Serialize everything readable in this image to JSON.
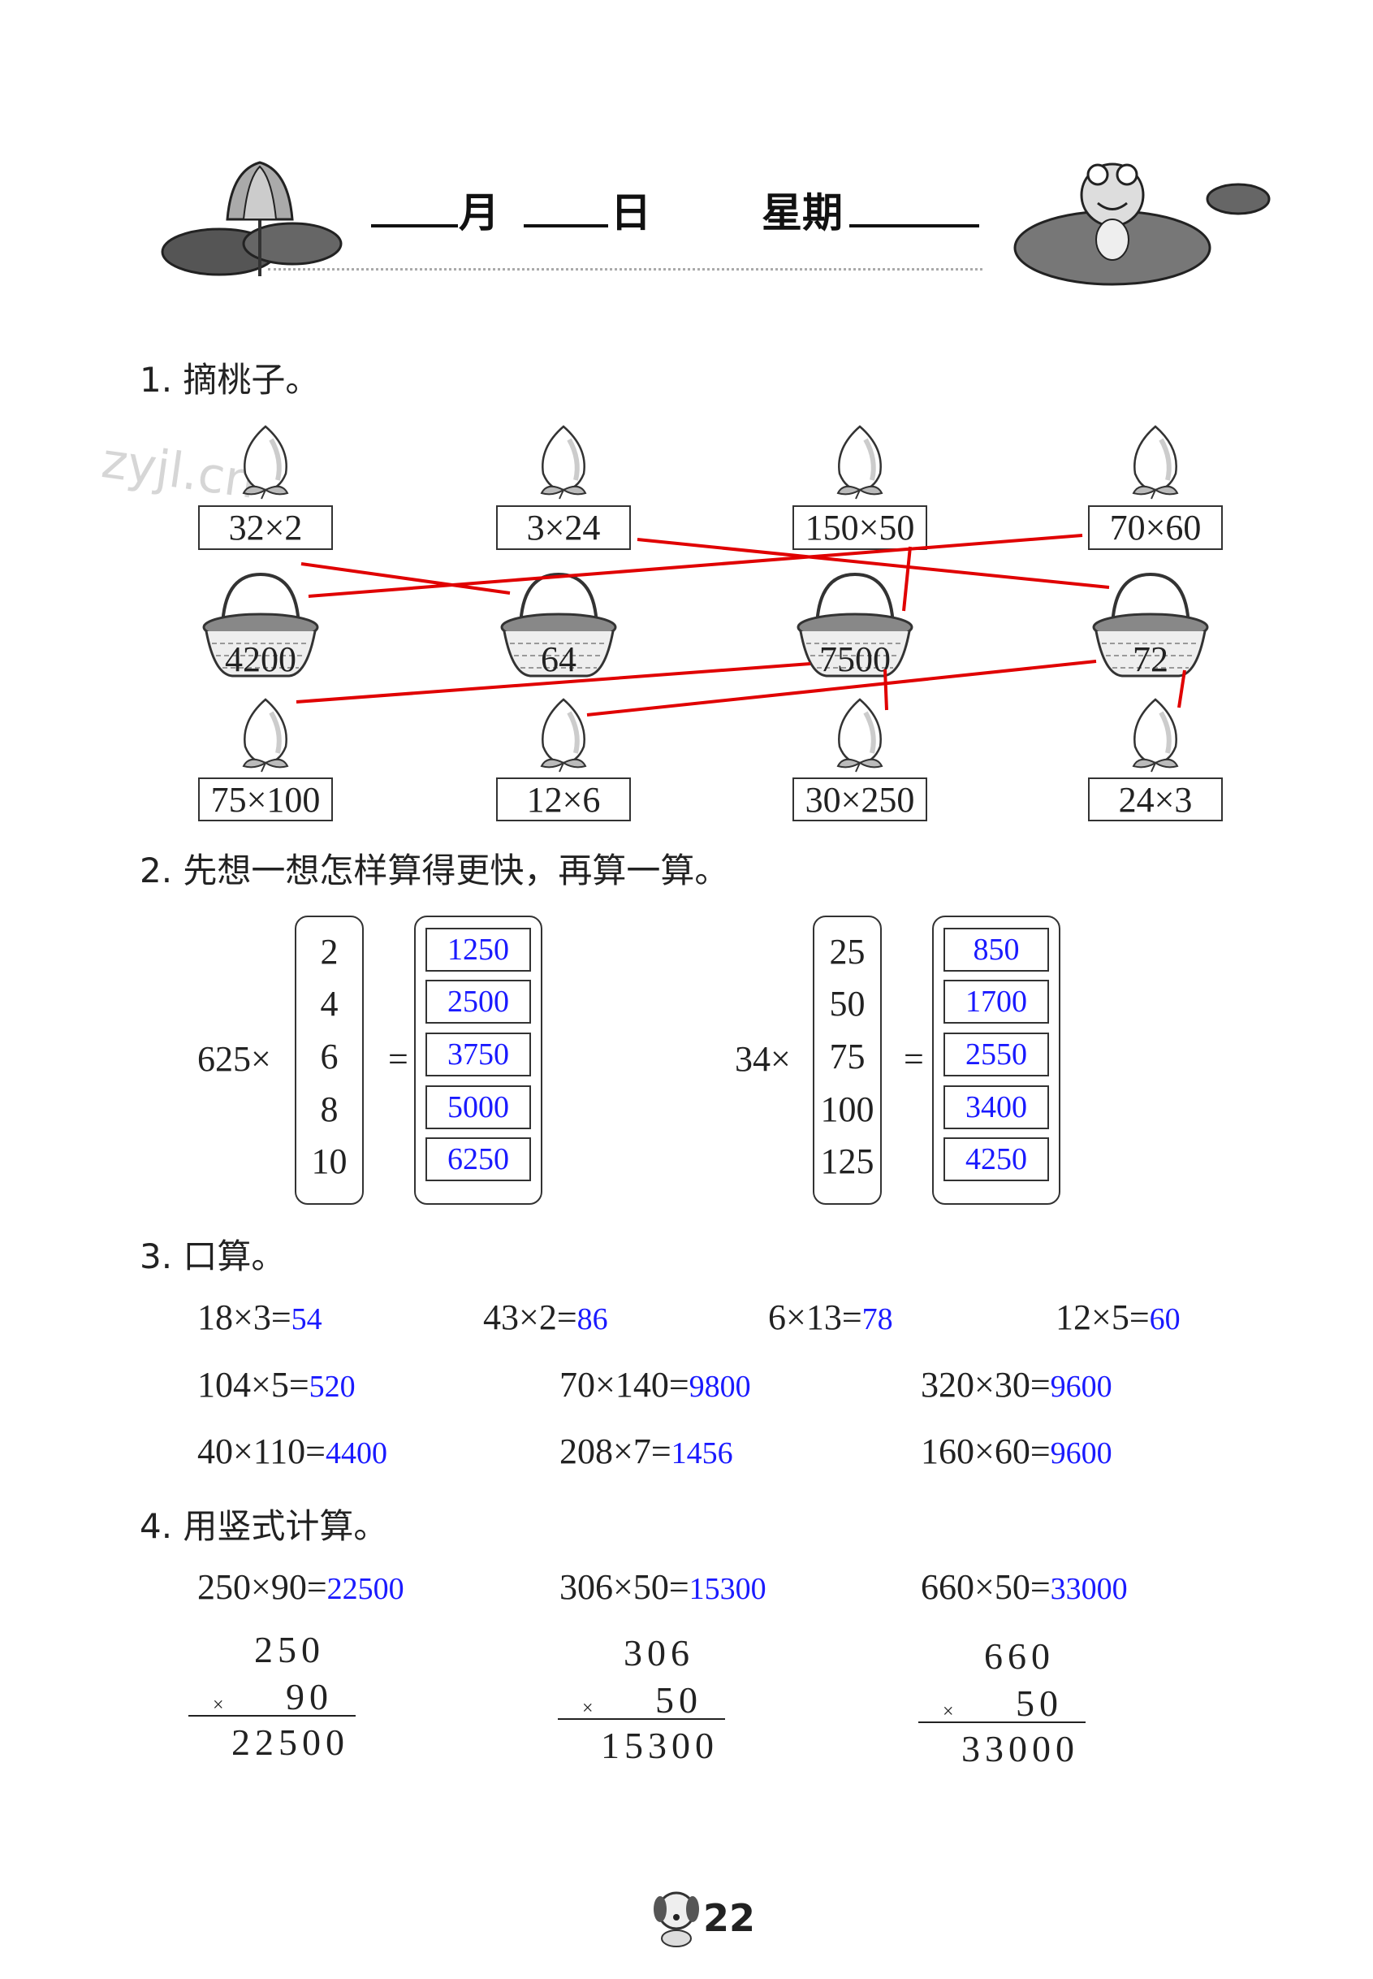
{
  "header": {
    "month_label": "月",
    "day_label": "日",
    "weekday_label": "星期"
  },
  "watermark": "zyjl.cn",
  "q1": {
    "title": "1. 摘桃子。",
    "top_peaches": [
      "32×2",
      "3×24",
      "150×50",
      "70×60"
    ],
    "baskets": [
      "4200",
      "64",
      "7500",
      "72"
    ],
    "bottom_peaches": [
      "75×100",
      "12×6",
      "30×250",
      "24×3"
    ],
    "line_color": "#e00000"
  },
  "q2": {
    "title": "2. 先想一想怎样算得更快，再算一算。",
    "left": {
      "prefix": "625×",
      "equals": "=",
      "factors": [
        "2",
        "4",
        "6",
        "8",
        "10"
      ],
      "answers": [
        "1250",
        "2500",
        "3750",
        "5000",
        "6250"
      ]
    },
    "right": {
      "prefix": "34×",
      "equals": "=",
      "factors": [
        "25",
        "50",
        "75",
        "100",
        "125"
      ],
      "answers": [
        "850",
        "1700",
        "2550",
        "3400",
        "4250"
      ]
    }
  },
  "q3": {
    "title": "3. 口算。",
    "rows": [
      [
        {
          "expr": "18×3=",
          "ans": "54"
        },
        {
          "expr": "43×2=",
          "ans": "86"
        },
        {
          "expr": "6×13=",
          "ans": "78"
        },
        {
          "expr": "12×5=",
          "ans": "60"
        }
      ],
      [
        {
          "expr": "104×5=",
          "ans": "520"
        },
        {
          "expr": "70×140=",
          "ans": "9800"
        },
        {
          "expr": "320×30=",
          "ans": "9600"
        }
      ],
      [
        {
          "expr": "40×110=",
          "ans": "4400"
        },
        {
          "expr": "208×7=",
          "ans": "1456"
        },
        {
          "expr": "160×60=",
          "ans": "9600"
        }
      ]
    ]
  },
  "q4": {
    "title": "4. 用竖式计算。",
    "items": [
      {
        "expr": "250×90=",
        "ans": "22500",
        "top": "250",
        "bottom": "90",
        "result": "22500"
      },
      {
        "expr": "306×50=",
        "ans": "15300",
        "top": "306",
        "bottom": "50",
        "result": "15300"
      },
      {
        "expr": "660×50=",
        "ans": "33000",
        "top": "660",
        "bottom": "50",
        "result": "33000"
      }
    ],
    "times_sign": "×"
  },
  "page_number": "22",
  "answer_color": "#1a1aff"
}
